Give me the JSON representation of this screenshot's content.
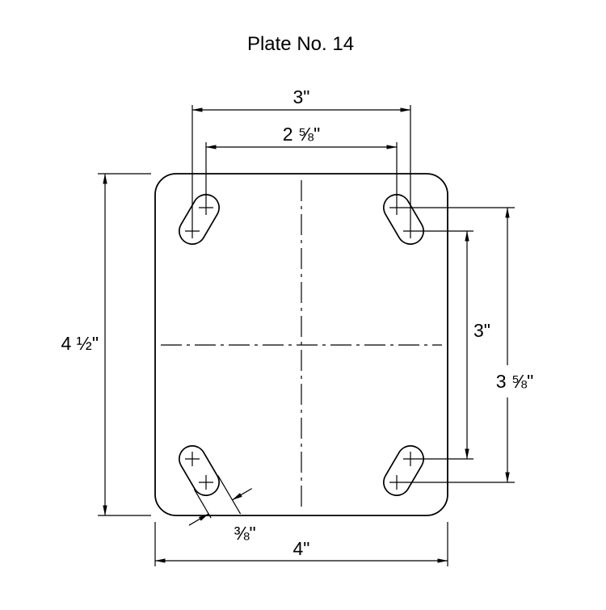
{
  "title": "Plate No. 14",
  "labels": {
    "top_outer": "3\"",
    "top_inner": "2 ⅝\"",
    "height": "4 ½\"",
    "right_inner": "3\"",
    "right_outer": "3 ⅝\"",
    "slot_width": "⅜\"",
    "bottom_width": "4\""
  },
  "colors": {
    "line": "#000000",
    "background": "#ffffff"
  }
}
